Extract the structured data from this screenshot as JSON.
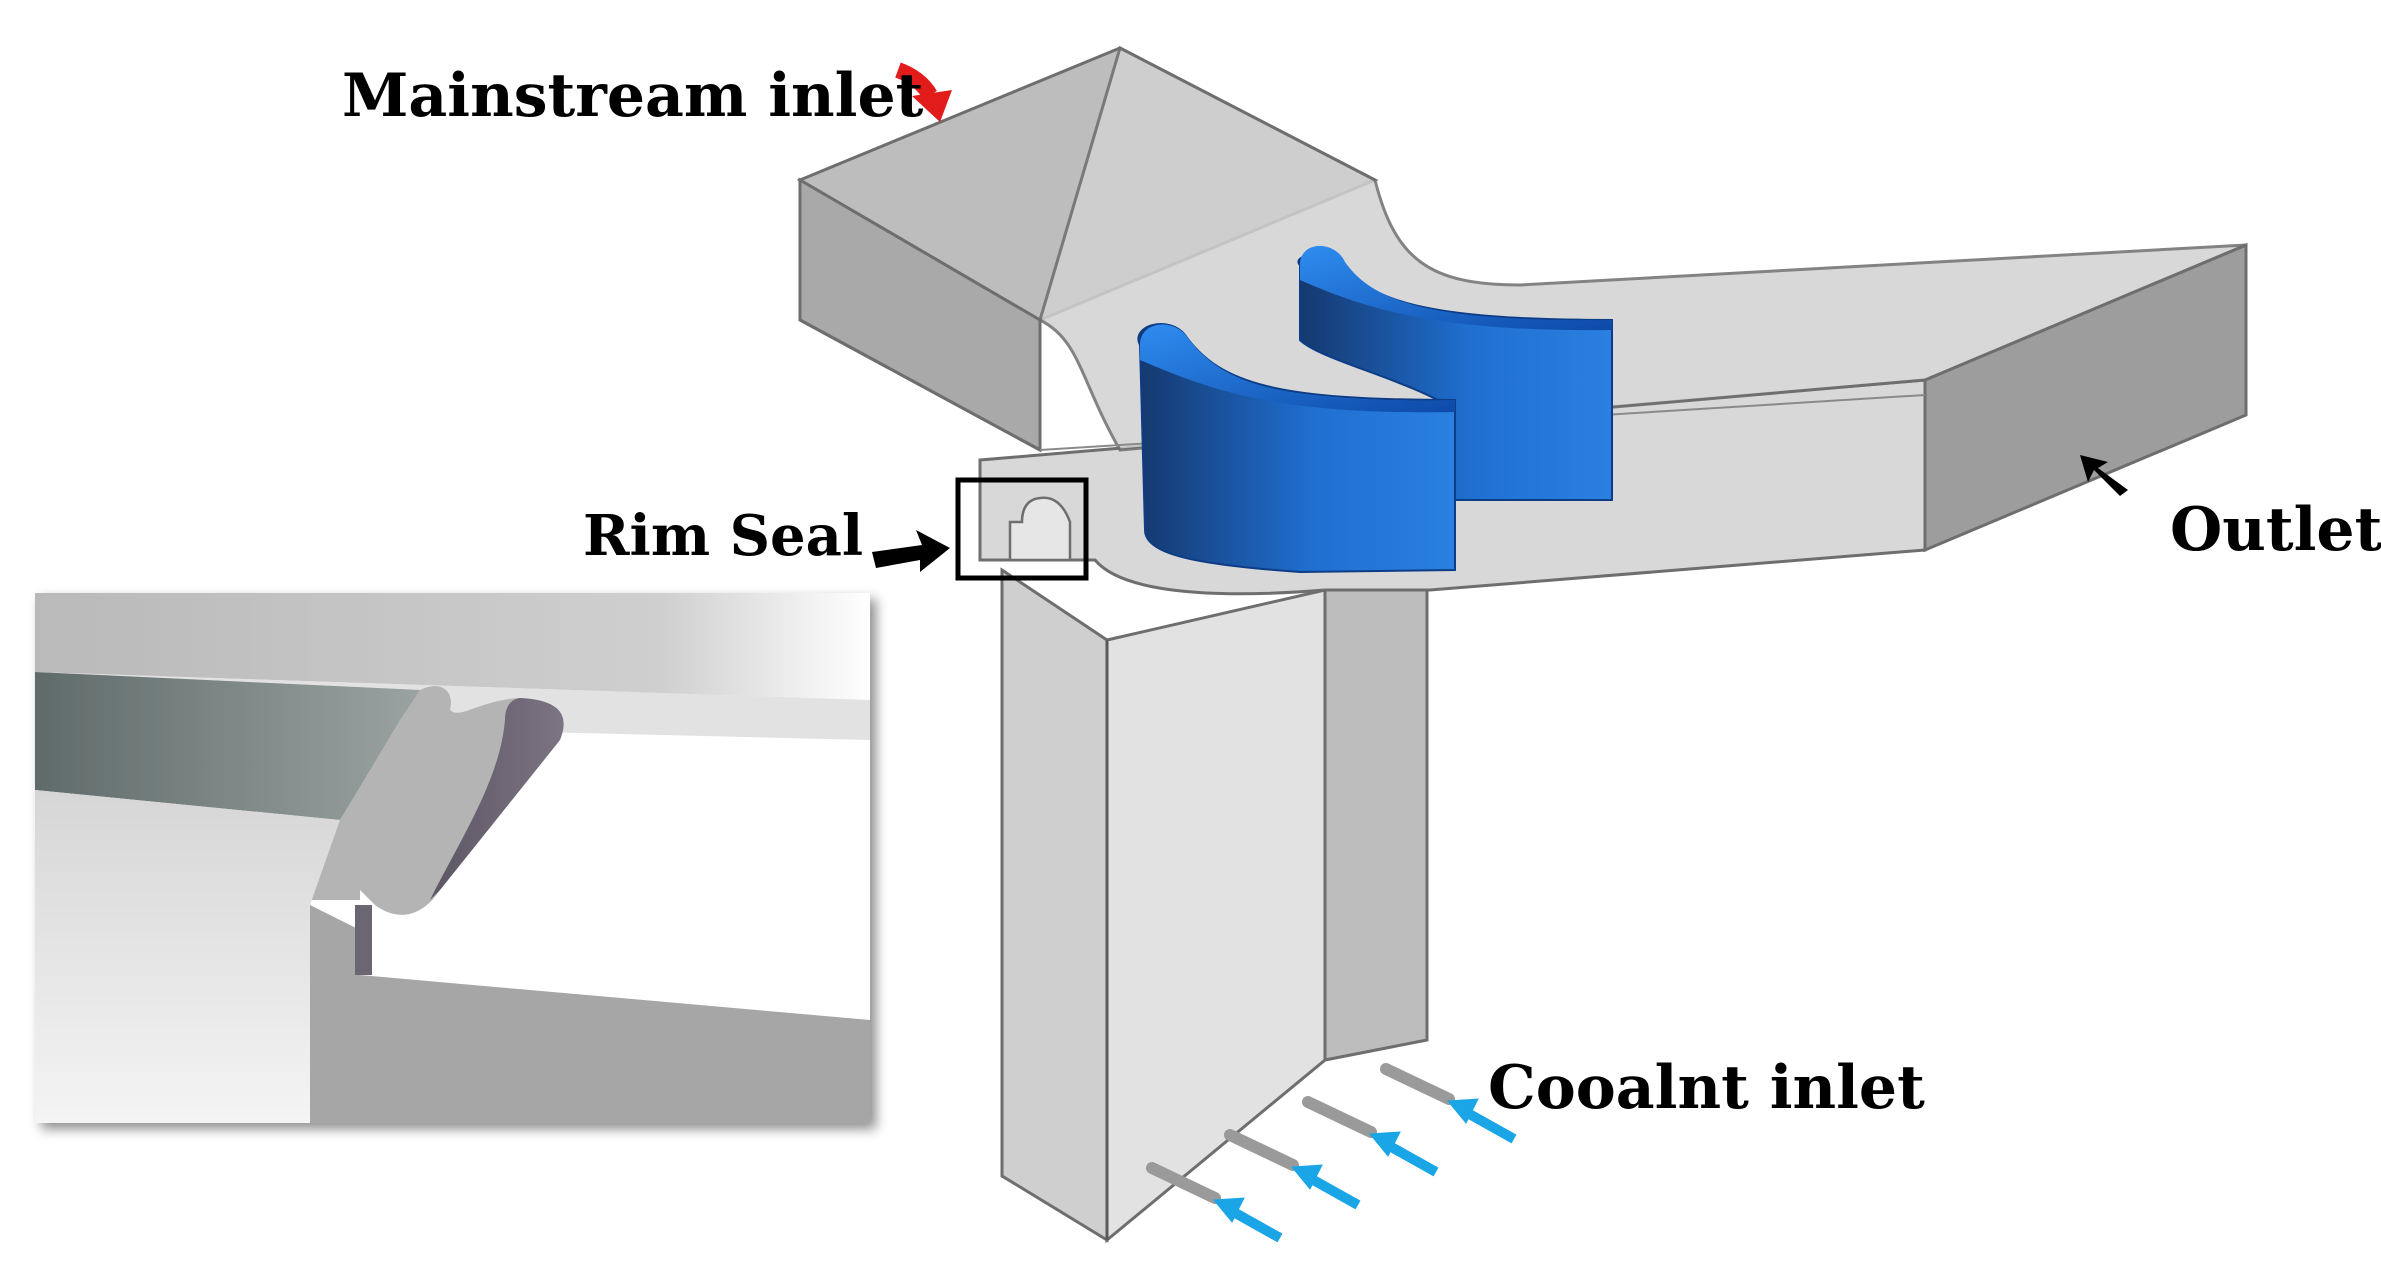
{
  "labels": {
    "mainstream_inlet": "Mainstream inlet",
    "rim_seal": "Rim Seal",
    "outlet": "Outlet",
    "coolant_inlet": "Cooalnt inlet"
  },
  "colors": {
    "domain_fill": "#d9d9d9",
    "domain_shade": "#a9a9a9",
    "domain_edge": "#6e6e6e",
    "blade": "#1f6fd1",
    "blade_dark": "#15386e",
    "mainstream_arrow": "#e21b1b",
    "pointer_arrow": "#000000",
    "coolant_arrow": "#1aa5e6",
    "coolant_pipe": "#a0a0a0"
  },
  "icons": {
    "mainstream_arrow": "red-curved-arrow-icon",
    "rim_seal_arrow": "black-arrow-icon",
    "outlet_arrow": "black-arrow-icon",
    "coolant_arrows": "cyan-arrow-icon"
  }
}
